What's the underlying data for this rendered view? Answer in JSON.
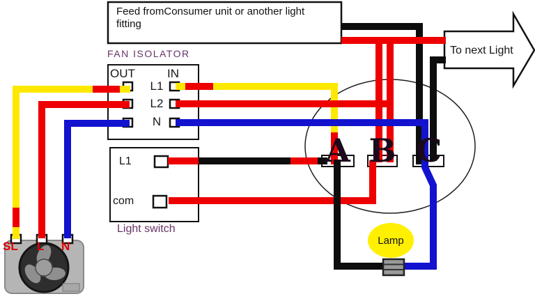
{
  "feed_box": {
    "text_line1": "Feed fromConsumer unit or another light",
    "text_line2": "fitting"
  },
  "fan_isolator": {
    "title": "FAN ISOLATOR",
    "col_out": "OUT",
    "col_in": "IN",
    "row_l1": "L1",
    "row_l2": "L2",
    "row_n": "N"
  },
  "light_switch": {
    "terminal_l1": "L1",
    "terminal_com": "com",
    "caption": "Light switch"
  },
  "junction_box": {
    "terminal_a": "A",
    "terminal_b": "B",
    "terminal_c": "C"
  },
  "next_light_arrow": {
    "label": "To next Light"
  },
  "lamp": {
    "label": "Lamp"
  },
  "fan": {
    "terminal_sl": "SL",
    "terminal_l": "L",
    "terminal_n": "N"
  },
  "colors": {
    "wire_red": "#ee0000",
    "wire_yellow": "#ffe800",
    "wire_blue": "#1212cf",
    "wire_black": "#0d0d0d",
    "label_purple": "#663366",
    "fan_label_red": "#e00000",
    "lamp_yellow": "#ffef00"
  }
}
